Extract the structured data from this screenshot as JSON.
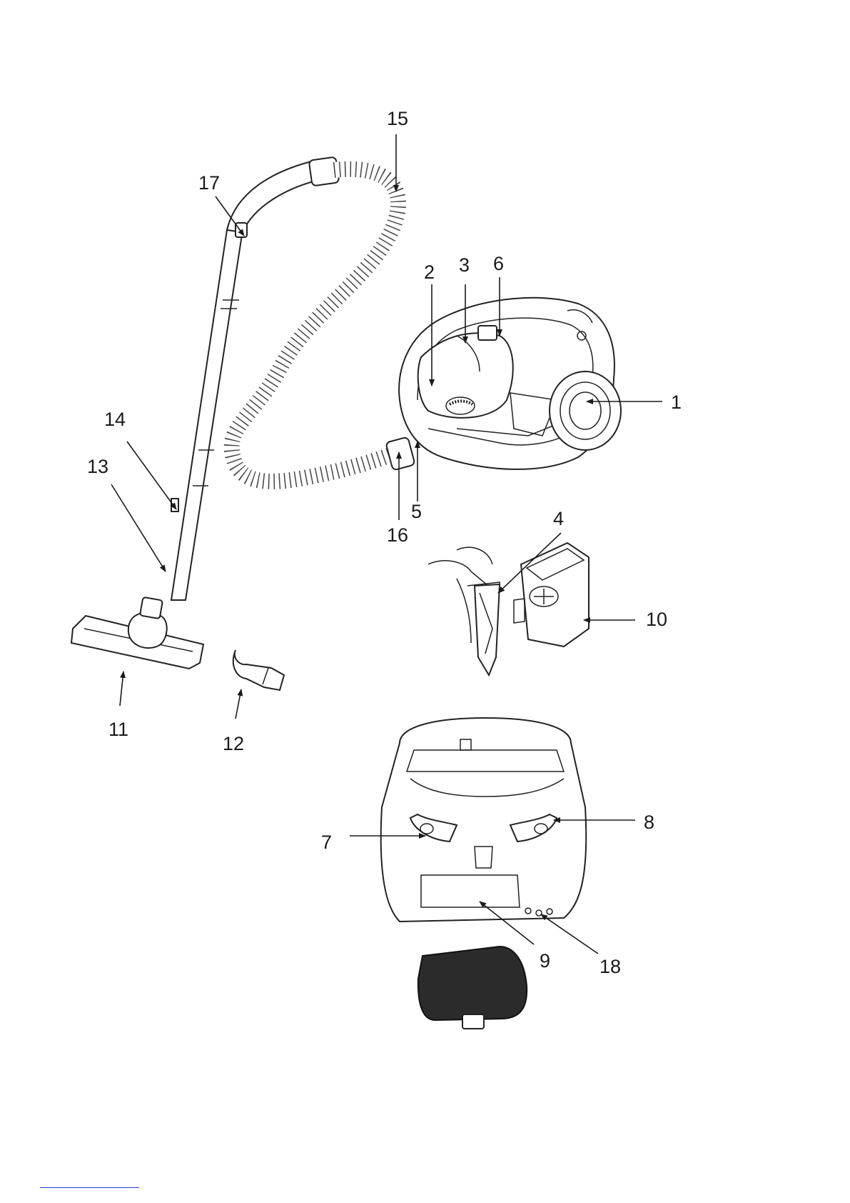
{
  "callouts": [
    {
      "id": "1",
      "text": "1"
    },
    {
      "id": "2",
      "text": "2"
    },
    {
      "id": "3",
      "text": "3"
    },
    {
      "id": "4",
      "text": "4"
    },
    {
      "id": "5",
      "text": "5"
    },
    {
      "id": "6",
      "text": "6"
    },
    {
      "id": "7",
      "text": "7"
    },
    {
      "id": "8",
      "text": "8"
    },
    {
      "id": "9",
      "text": "9"
    },
    {
      "id": "10",
      "text": "10"
    },
    {
      "id": "11",
      "text": "11"
    },
    {
      "id": "12",
      "text": "12"
    },
    {
      "id": "13",
      "text": "13"
    },
    {
      "id": "14",
      "text": "14"
    },
    {
      "id": "15",
      "text": "15"
    },
    {
      "id": "16",
      "text": "16"
    },
    {
      "id": "17",
      "text": "17"
    },
    {
      "id": "18",
      "text": "18"
    }
  ],
  "colors": {
    "line": "#1a1a1a",
    "filter_pad": "#2b2b2b",
    "footer_rule": "#1a3fcf"
  }
}
